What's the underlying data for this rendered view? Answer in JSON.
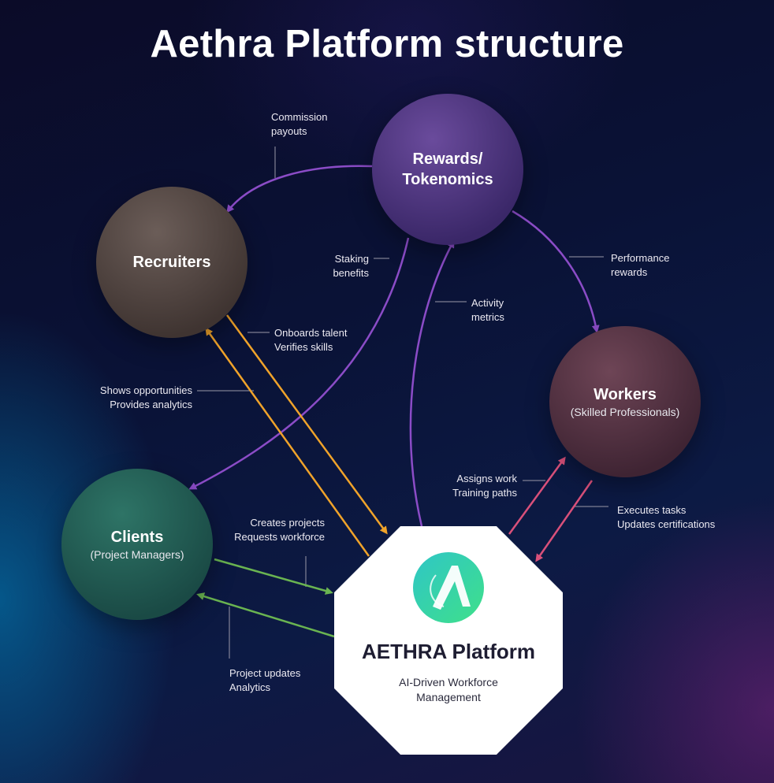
{
  "title": "Aethra Platform structure",
  "nodes": {
    "rewards": {
      "name": "Rewards/ Tokenomics"
    },
    "recruiters": {
      "name": "Recruiters"
    },
    "workers": {
      "name": "Workers",
      "sub": "(Skilled Professionals)"
    },
    "clients": {
      "name": "Clients",
      "sub": "(Project Managers)"
    }
  },
  "platform": {
    "name": "AETHRA Platform",
    "tagline": "AI-Driven Workforce Management"
  },
  "edges": {
    "commission_payouts": [
      "Commission",
      "payouts"
    ],
    "staking_benefits": [
      "Staking",
      "benefits"
    ],
    "activity_metrics": [
      "Activity",
      "metrics"
    ],
    "performance_rewards": [
      "Performance",
      "rewards"
    ],
    "onboards_talent": [
      "Onboards talent",
      "Verifies skills"
    ],
    "shows_opportunities": [
      "Shows opportunities",
      "Provides analytics"
    ],
    "assigns_work": [
      "Assigns work",
      "Training paths"
    ],
    "executes_tasks": [
      "Executes tasks",
      "Updates certifications"
    ],
    "creates_projects": [
      "Creates projects",
      "Requests workforce"
    ],
    "project_updates": [
      "Project updates",
      "Analytics"
    ]
  },
  "colors": {
    "purple_edge": "#8b4cc7",
    "orange_edge": "#f0a32a",
    "pink_edge": "#d9507a",
    "green_edge": "#6ab451",
    "leader_line": "#9a98a8"
  }
}
